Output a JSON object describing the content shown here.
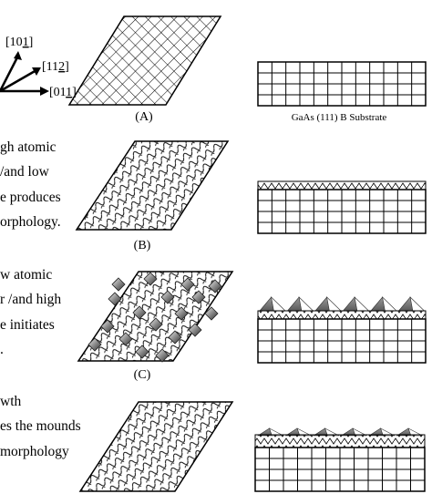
{
  "directions": [
    "[10",
    "1",
    "]",
    "[11",
    "2",
    "]",
    "[01",
    "1",
    "]"
  ],
  "panels": [
    {
      "label": "(A)",
      "desc": []
    },
    {
      "label": "(B)",
      "desc": [
        "gh atomic",
        "/and low",
        "e produces",
        "orphology."
      ]
    },
    {
      "label": "(C)",
      "desc": [
        "w atomic",
        "r /and high",
        "e initiates",
        "."
      ]
    },
    {
      "label": "",
      "desc": [
        "wth",
        "es the mounds",
        "morphology"
      ]
    }
  ],
  "substrate_label": "GaAs (111) B Substrate"
}
